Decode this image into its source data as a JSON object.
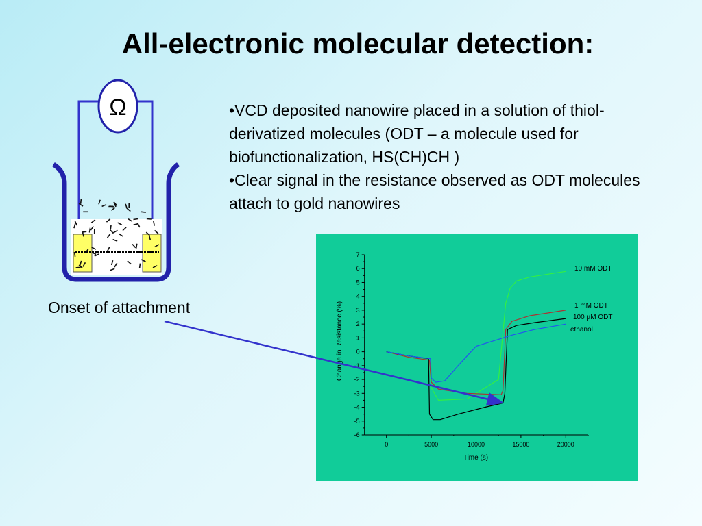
{
  "slide": {
    "title": "All-electronic molecular detection:",
    "bullets": [
      "•VCD deposited nanowire placed in a solution of thiol-derivatized molecules (ODT – a molecule used for biofunctionalization, HS(CH)CH )",
      "•Clear signal in the resistance observed as ODT molecules attach to gold nanowires"
    ],
    "caption": "Onset of attachment"
  },
  "diagram": {
    "meter_symbol": "Ω",
    "colors": {
      "wire": "#3333cc",
      "beaker": "#2222aa",
      "electrode": "#ffff66"
    }
  },
  "chart_data": {
    "type": "line",
    "background": "#11cc99",
    "xlabel": "Time (s)",
    "ylabel": "Change in Resistance (%)",
    "xlim": [
      -2500,
      22500
    ],
    "ylim": [
      -6,
      7
    ],
    "xticks": [
      0,
      5000,
      10000,
      15000,
      20000
    ],
    "yticks": [
      -6,
      -5,
      -4,
      -3,
      -2,
      -1,
      0,
      1,
      2,
      3,
      4,
      5,
      6,
      7
    ],
    "grid": false,
    "series": [
      {
        "name": "10 mM ODT",
        "color": "#33ee44",
        "x": [
          0,
          2500,
          4800,
          5000,
          5800,
          9000,
          12500,
          13300,
          13800,
          14500,
          16000,
          18000,
          20000
        ],
        "y": [
          0,
          -0.4,
          -0.6,
          -2.6,
          -3.5,
          -3.4,
          -2.0,
          3.5,
          4.6,
          5.1,
          5.4,
          5.6,
          5.8
        ]
      },
      {
        "name": "1 mM ODT",
        "color": "#aa3333",
        "x": [
          0,
          2500,
          4800,
          5000,
          5800,
          9000,
          12800,
          13000,
          13300,
          14000,
          16000,
          18000,
          20000
        ],
        "y": [
          0,
          -0.4,
          -0.6,
          -2.2,
          -2.7,
          -3.0,
          -3.1,
          -2.8,
          1.6,
          2.2,
          2.6,
          2.8,
          3.0
        ]
      },
      {
        "name": "100 µM ODT",
        "color": "#000000",
        "x": [
          0,
          2500,
          4700,
          4800,
          5200,
          6000,
          8000,
          11000,
          13000,
          13200,
          13500,
          14500,
          16500,
          20000
        ],
        "y": [
          0,
          -0.3,
          -0.5,
          -4.5,
          -4.9,
          -4.9,
          -4.5,
          -4.0,
          -3.7,
          -3.0,
          1.6,
          1.9,
          2.1,
          2.4
        ]
      },
      {
        "name": "ethanol",
        "color": "#2255ee",
        "x": [
          0,
          2500,
          4900,
          5000,
          5500,
          6500,
          8000,
          10000,
          12000,
          14000,
          16500,
          20000
        ],
        "y": [
          0,
          -0.3,
          -0.5,
          -1.9,
          -2.2,
          -2.1,
          -1.0,
          0.4,
          0.8,
          1.2,
          1.6,
          2.0
        ]
      }
    ]
  }
}
